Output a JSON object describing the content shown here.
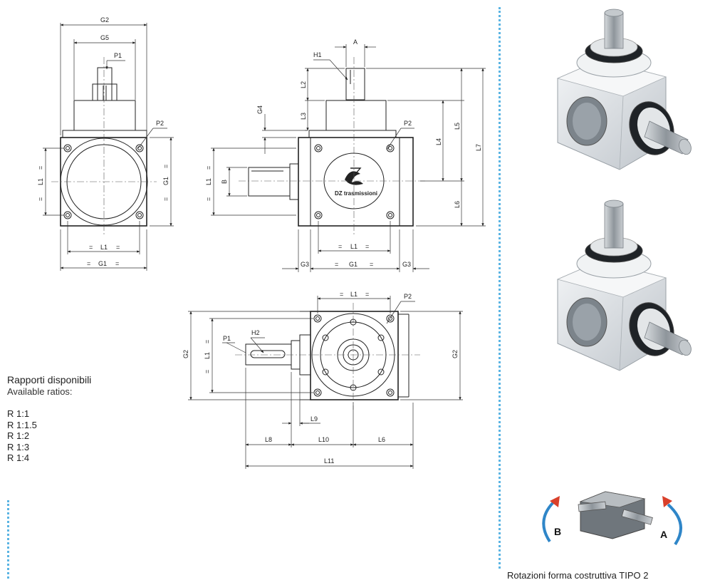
{
  "ratios": {
    "title_it": "Rapporti disponibili",
    "title_en": "Available ratios:",
    "items": [
      "R 1:1",
      "R 1:1.5",
      "R 1:2",
      "R 1:3",
      "R 1:4"
    ]
  },
  "caption": "Rotazioni forma costruttiva TIPO 2",
  "logo_text": "DZ trasmissioni",
  "rotation_labels": {
    "left": "B",
    "right": "A"
  },
  "dims": {
    "G1": "G1",
    "G2": "G2",
    "G3": "G3",
    "G4": "G4",
    "G5": "G5",
    "L1": "L1",
    "L2": "L2",
    "L3": "L3",
    "L4": "L4",
    "L5": "L5",
    "L6": "L6",
    "L7": "L7",
    "L8": "L8",
    "L9": "L9",
    "L10": "L10",
    "L11": "L11",
    "P1": "P1",
    "P2": "P2",
    "H1": "H1",
    "H2": "H2",
    "A": "A",
    "B": "B",
    "eq": "="
  },
  "colors": {
    "divider": "#5ab4e3",
    "arrow_red": "#d9402b",
    "arrow_blue": "#2f86c8",
    "body": "#e4e7ea",
    "shaft": "#b9bec3"
  }
}
